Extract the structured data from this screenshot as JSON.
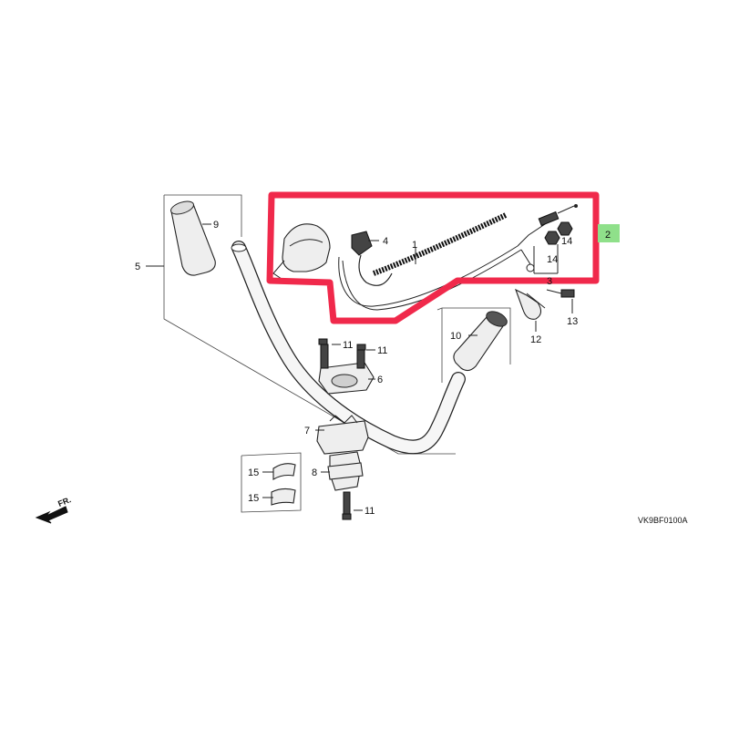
{
  "callouts": {
    "c1": "1",
    "c2": "2",
    "c3": "3",
    "c4": "4",
    "c5": "5",
    "c6": "6",
    "c7": "7",
    "c8": "8",
    "c9": "9",
    "c10": "10",
    "c11a": "11",
    "c11b": "11",
    "c11c": "11",
    "c12": "12",
    "c13": "13",
    "c14a": "14",
    "c14b": "14",
    "c15a": "15",
    "c15b": "15"
  },
  "direction_label": "FR.",
  "diagram_code": "VK9BF0100A",
  "colors": {
    "highlight_border": "#f0294b",
    "callout_2_badge": "#8fe08a",
    "line": "#222222"
  },
  "icons": {
    "direction": "arrow-left-down-icon"
  }
}
